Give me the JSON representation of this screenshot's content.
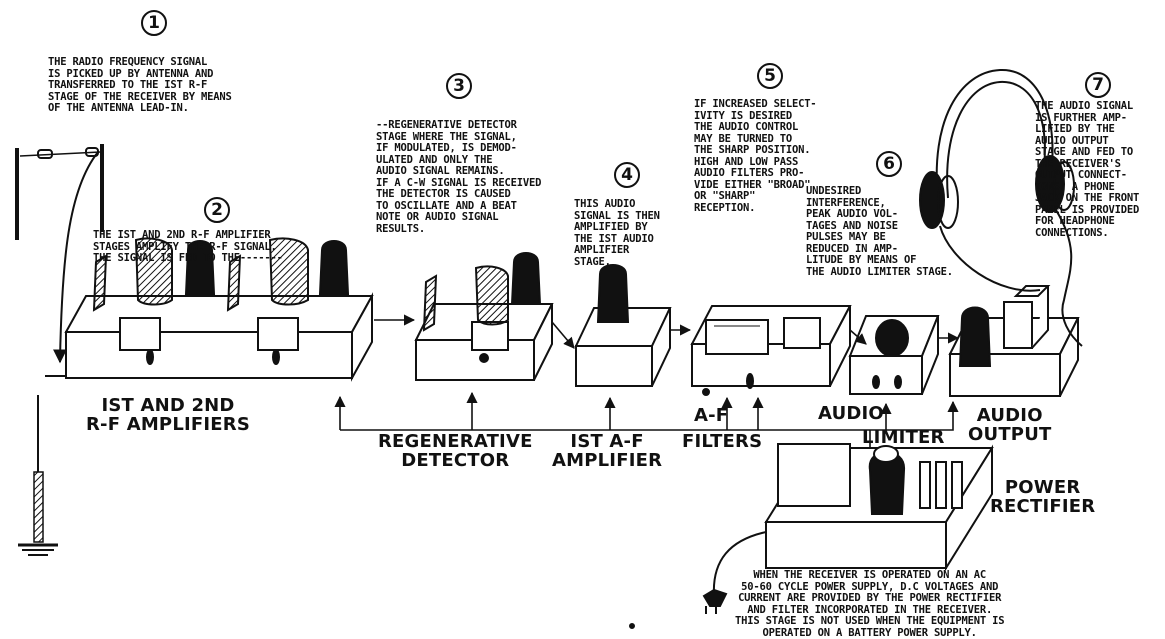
{
  "markers": [
    "1",
    "2",
    "3",
    "4",
    "5",
    "6",
    "7"
  ],
  "notes": {
    "n1": "THE RADIO FREQUENCY SIGNAL\nIS PICKED UP BY ANTENNA AND\nTRANSFERRED TO THE IST R-F\nSTAGE OF THE RECEIVER BY MEANS\nOF THE ANTENNA LEAD-IN.",
    "n2": "THE IST AND 2ND R-F AMPLIFIER\nSTAGES AMPLIFY THE R-F SIGNAL.\nTHE SIGNAL IS FED TO THE-------",
    "n3": "--REGENERATIVE DETECTOR\nSTAGE WHERE THE SIGNAL,\nIF MODULATED, IS DEMOD-\nULATED AND ONLY THE\nAUDIO SIGNAL REMAINS.\nIF A C-W SIGNAL IS RECEIVED\nTHE DETECTOR IS CAUSED\nTO OSCILLATE AND A BEAT\nNOTE OR AUDIO SIGNAL\nRESULTS.",
    "n4": "THIS AUDIO\nSIGNAL IS THEN\nAMPLIFIED BY\nTHE IST AUDIO\nAMPLIFIER\nSTAGE.",
    "n5": "IF INCREASED SELECT-\nIVITY IS DESIRED\nTHE AUDIO CONTROL\nMAY BE TURNED TO\nTHE SHARP POSITION.\nHIGH AND LOW PASS\nAUDIO FILTERS PRO-\nVIDE EITHER \"BROAD\"\nOR \"SHARP\"\nRECEPTION.",
    "n6": "UNDESIRED\nINTERFERENCE,\nPEAK AUDIO VOL-\nTAGES AND NOISE\nPULSES MAY BE\nREDUCED IN AMP-\nLITUDE BY MEANS OF\nTHE AUDIO LIMITER STAGE.",
    "n7": "THE AUDIO SIGNAL\nIS FURTHER AMP-\nLIFIED BY THE\nAUDIO OUTPUT\nSTAGE AND FED TO\nTHE RECEIVER'S\nOUTPUT CONNECT-\nIONS. A PHONE\nJACK ON THE FRONT\nPANEL IS PROVIDED\nFOR HEADPHONE\nCONNECTIONS.",
    "power": "WHEN THE RECEIVER IS OPERATED ON AN AC\n50-60 CYCLE POWER SUPPLY, D.C VOLTAGES AND\nCURRENT ARE PROVIDED BY THE POWER RECTIFIER\nAND FILTER INCORPORATED IN THE RECEIVER.\nTHIS STAGE IS NOT USED WHEN THE EQUIPMENT IS\nOPERATED ON A BATTERY POWER SUPPLY."
  },
  "labels": {
    "rf": "IST AND 2ND\nR-F AMPLIFIERS",
    "detector": "REGENERATIVE\nDETECTOR",
    "af": "IST A-F\nAMPLIFIER",
    "af_tag": "A-F",
    "filters": "FILTERS",
    "limiter_top": "AUDIO",
    "limiter_bottom": "LIMITER",
    "output": "AUDIO\nOUTPUT",
    "rectifier": "POWER\nRECTIFIER"
  }
}
